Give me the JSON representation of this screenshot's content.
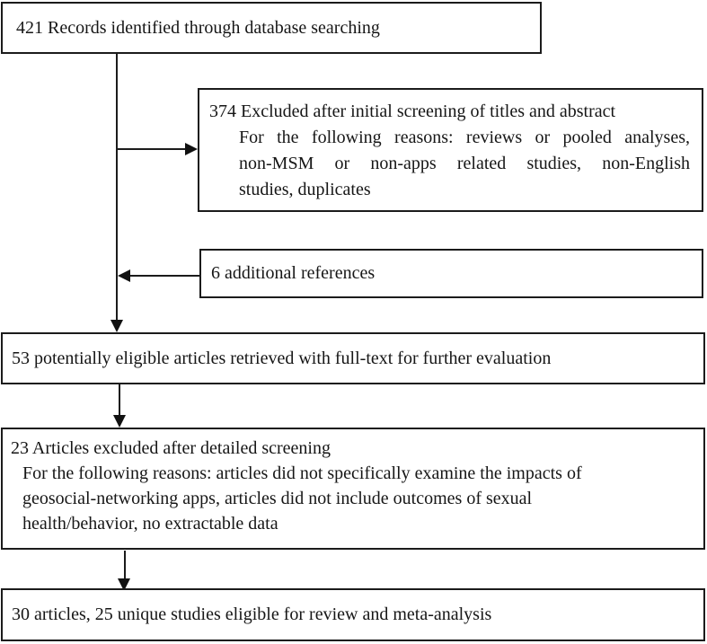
{
  "figure": {
    "type": "prisma-flow-diagram",
    "colors": {
      "background": "#ffffff",
      "border": "#1b1b1b",
      "text": "#161616"
    },
    "boxes": {
      "records": {
        "text": "421 Records identified through database searching"
      },
      "excluded_initial": {
        "title": "374 Excluded after initial screening of titles and abstract",
        "detail_lines": [
          "For the following reasons: reviews or pooled analyses,",
          "non-MSM or non-apps related studies, non-English",
          "studies, duplicates"
        ]
      },
      "additional_refs": {
        "text": "6 additional references"
      },
      "fulltext": {
        "text": "53 potentially eligible articles retrieved with full-text for further evaluation"
      },
      "excluded_detailed": {
        "title": "23 Articles excluded after detailed screening",
        "detail_lines": [
          "For the following reasons: articles did not specifically examine the impacts of",
          "geosocial-networking apps, articles did not include outcomes of sexual",
          "health/behavior, no extractable data"
        ]
      },
      "final": {
        "text": "30 articles, 25 unique studies eligible for review and meta-analysis"
      }
    }
  }
}
